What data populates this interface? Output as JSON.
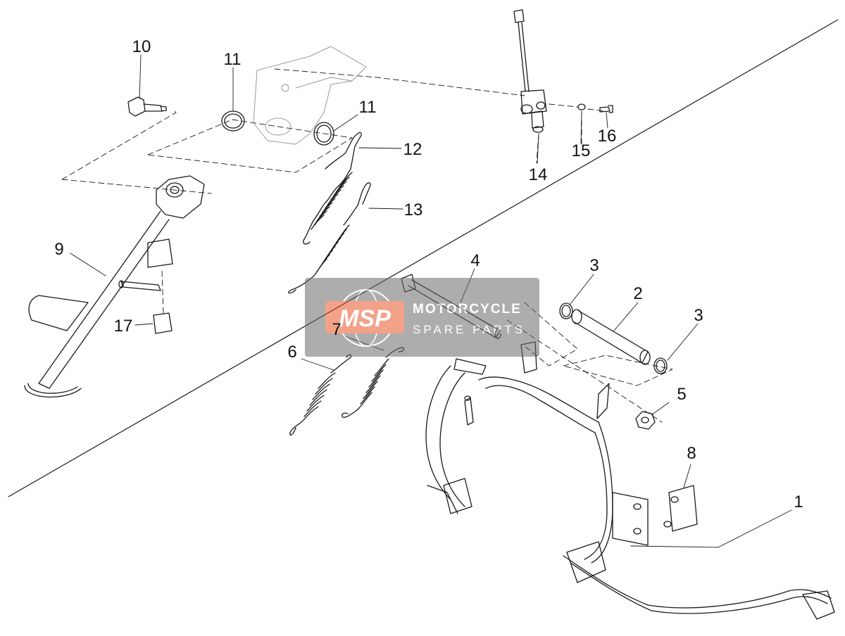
{
  "diagram": {
    "type": "exploded-parts-diagram",
    "line_color": "#1a1a1a",
    "part_labels": [
      "1",
      "2",
      "3",
      "3",
      "4",
      "5",
      "6",
      "7",
      "8",
      "9",
      "10",
      "11",
      "11",
      "12",
      "13",
      "14",
      "15",
      "16",
      "17"
    ]
  },
  "watermark": {
    "logo_text": "MSP",
    "title": "MOTORCYCLE",
    "subtitle": "SPARE PARTS",
    "colors": {
      "logo": "#e8572a",
      "box": "#6b6b6b",
      "text": "#ffffff"
    }
  }
}
